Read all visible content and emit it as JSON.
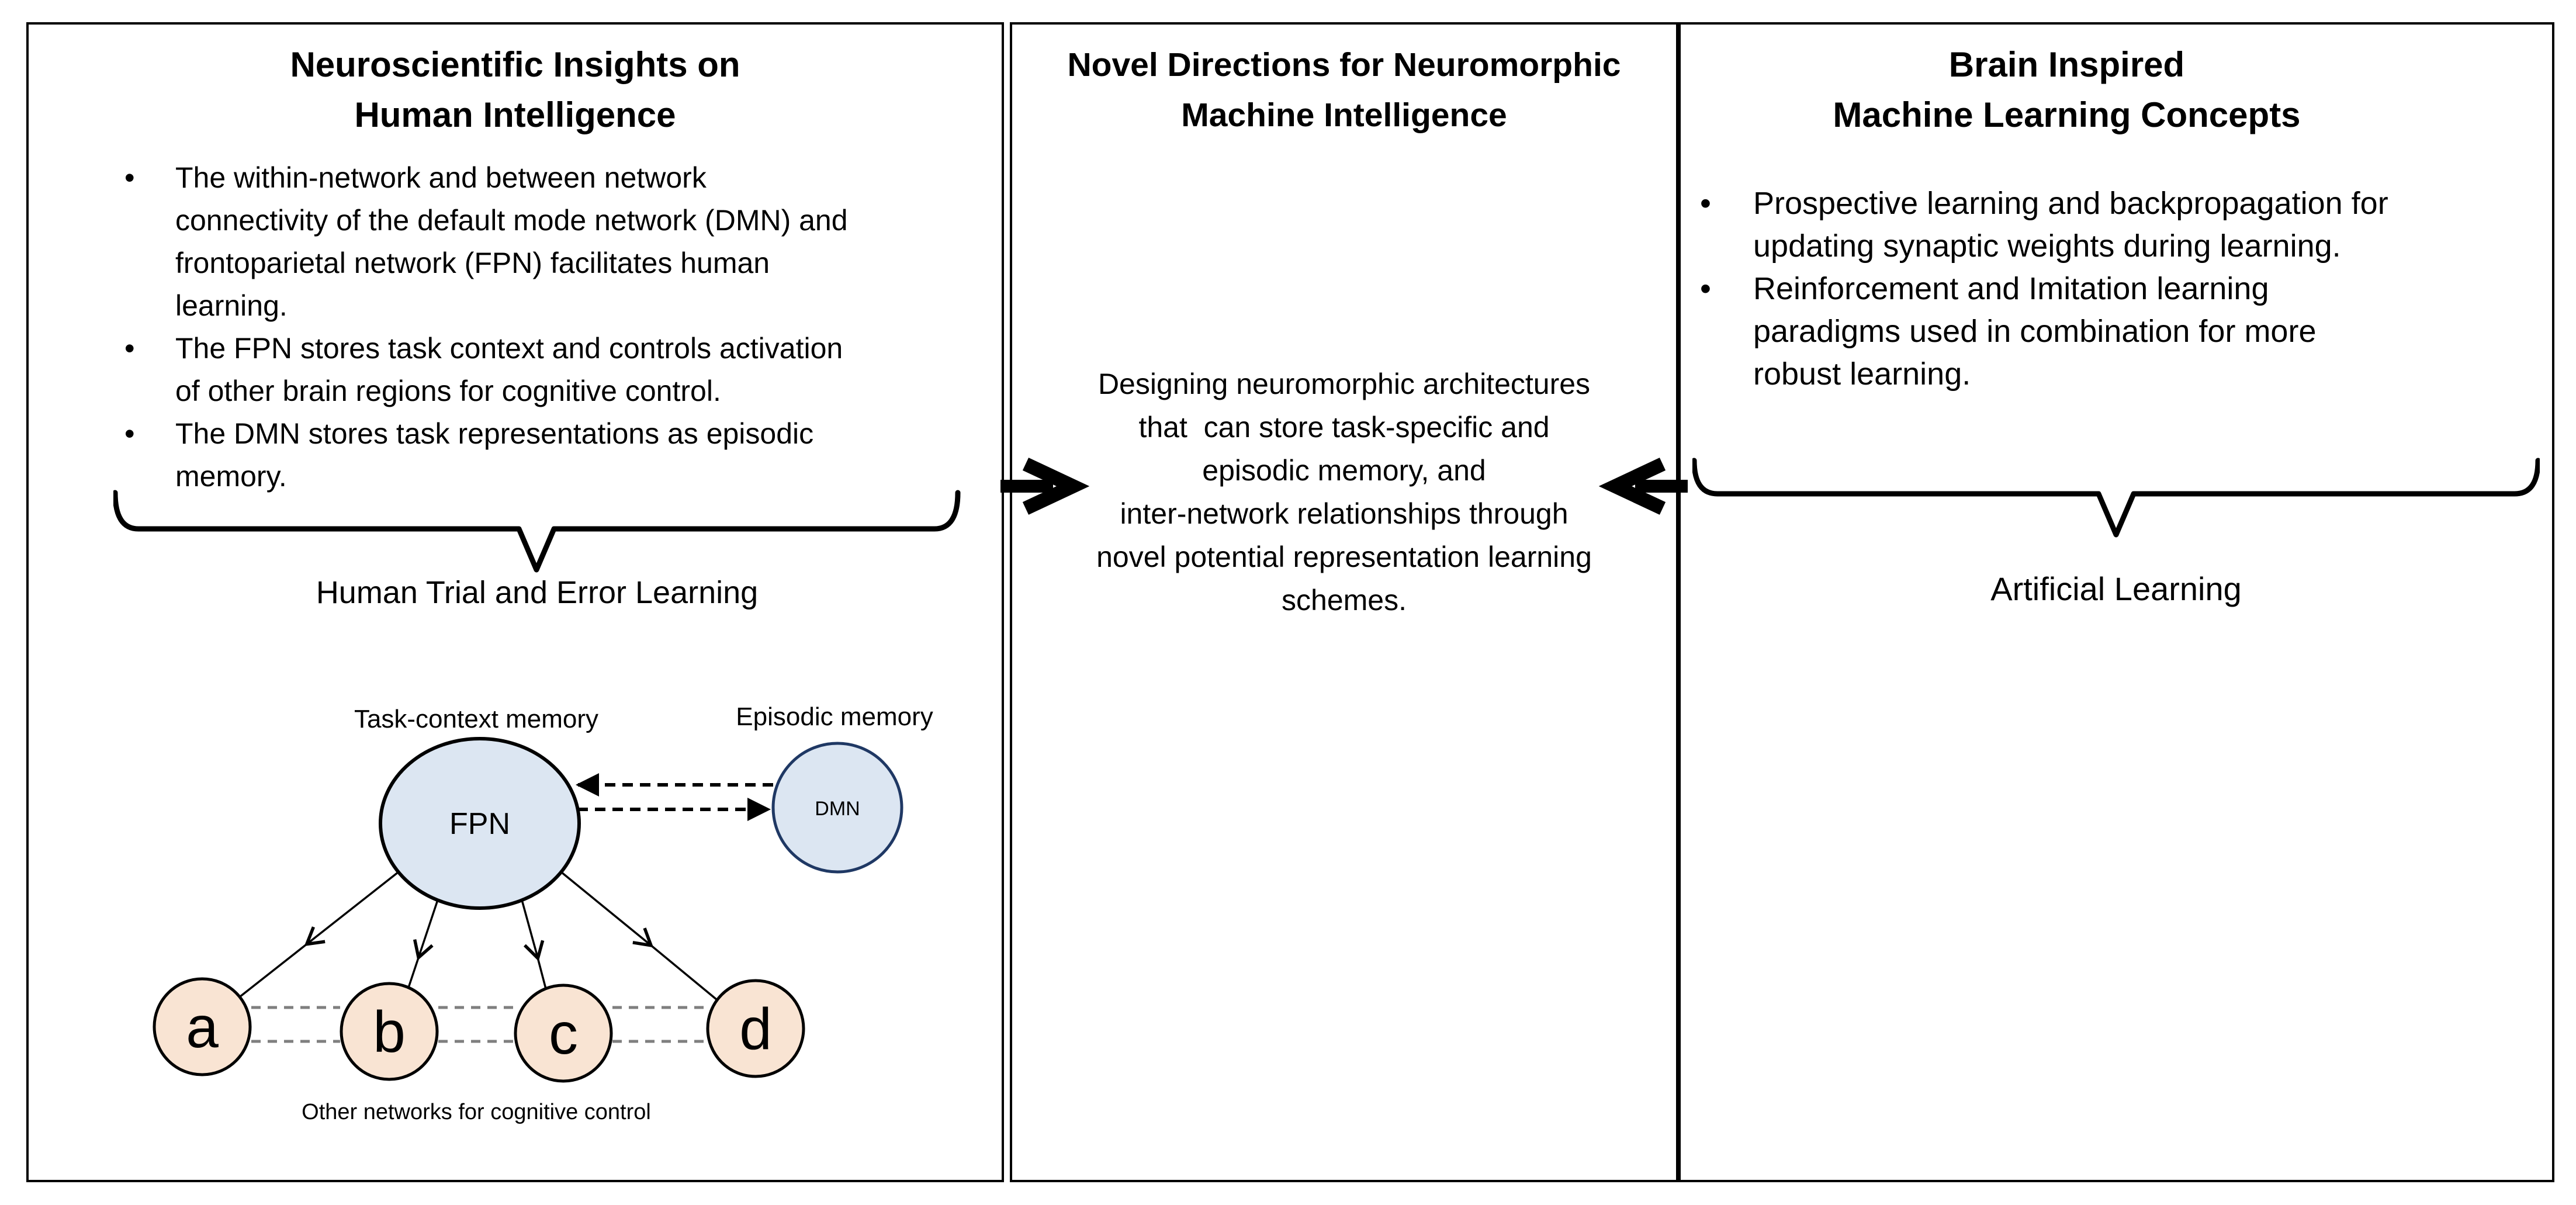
{
  "panels": {
    "left": {
      "title_lines": [
        "Neuroscientific Insights on",
        "Human Intelligence"
      ],
      "bullets": [
        {
          "lines": [
            "The within-network and between network",
            "connectivity of the default mode network (DMN) and",
            "frontoparietal network (FPN) facilitates human",
            "learning."
          ]
        },
        {
          "lines": [
            "The FPN stores task context and controls activation",
            "of other brain regions for cognitive control."
          ]
        },
        {
          "lines": [
            "The DMN stores task representations as episodic",
            "memory."
          ]
        }
      ],
      "brace_label": "Human Trial and Error Learning",
      "diagram": {
        "task_context_label": "Task-context memory",
        "episodic_label": "Episodic memory",
        "fpn_label": "FPN",
        "dmn_label": "DMN",
        "node_labels": [
          "a",
          "b",
          "c",
          "d"
        ],
        "caption": "Other networks for cognitive control",
        "colors": {
          "network_fill": "#dce6f2",
          "network_stroke": "#000000",
          "dmn_stroke": "#1f3864",
          "node_fill": "#f9e4d3",
          "node_stroke": "#000000",
          "dashed_link": "#7f7f7f"
        }
      }
    },
    "middle": {
      "title_lines": [
        "Novel Directions for Neuromorphic",
        "Machine Intelligence"
      ],
      "body_lines": [
        "Designing neuromorphic architectures",
        "that  can store task-specific and",
        "episodic memory, and",
        "inter-network relationships through",
        "novel potential representation learning",
        "schemes."
      ]
    },
    "right": {
      "title_lines": [
        "Brain Inspired",
        "Machine Learning Concepts"
      ],
      "bullets": [
        {
          "lines": [
            "Prospective learning and backpropagation for",
            "updating synaptic weights during learning."
          ]
        },
        {
          "lines": [
            "Reinforcement and Imitation learning",
            "paradigms used in combination for more",
            "robust learning."
          ]
        }
      ],
      "brace_label": "Artificial Learning"
    }
  }
}
